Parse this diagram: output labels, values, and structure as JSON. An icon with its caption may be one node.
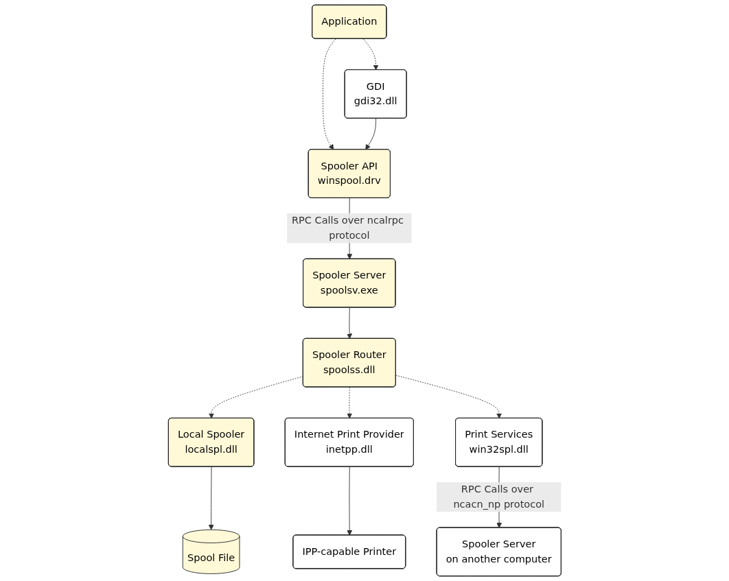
{
  "diagram": {
    "nodes": [
      {
        "text": [
          "Application"
        ]
      },
      {
        "text": [
          "GDI",
          "gdi32.dll"
        ]
      },
      {
        "text": [
          "Spooler API",
          "winspool.drv"
        ]
      },
      {
        "text": [
          "Spooler Server",
          "spoolsv.exe"
        ]
      },
      {
        "text": [
          "Spooler Server",
          "on another computer"
        ]
      },
      {
        "text": [
          "Spooler Router",
          "spoolss.dll"
        ]
      },
      {
        "text": [
          "Local Spooler",
          "localspl.dll"
        ]
      },
      {
        "text": [
          "Internet Print Provider",
          "inetpp.dll"
        ]
      },
      {
        "text": [
          "Print Services",
          "win32spl.dll"
        ]
      },
      {
        "text": [
          "Spool File"
        ]
      },
      {
        "text": [
          "IPP-capable Printer"
        ]
      }
    ],
    "edges": [
      {
        "from": 0,
        "to": 1,
        "arrow": "to",
        "style": "dashed"
      },
      {
        "from": 0,
        "to": 2,
        "arrow": "to",
        "style": "dashed"
      },
      {
        "from": 1,
        "to": 2,
        "arrow": "to"
      },
      {
        "from": 2,
        "to": 3,
        "arrow": "to",
        "label": "RPC Calls over ncalrpc protocol"
      },
      {
        "from": 3,
        "to": 5,
        "arrow": "to"
      },
      {
        "from": 5,
        "to": 6,
        "arrow": "to",
        "style": "dashed"
      },
      {
        "from": 5,
        "to": 7,
        "arrow": "to",
        "style": "dashed"
      },
      {
        "from": 5,
        "to": 8,
        "arrow": "to",
        "style": "dashed"
      },
      {
        "from": 6,
        "to": 9,
        "arrow": "to"
      },
      {
        "from": 7,
        "to": 10,
        "arrow": "to"
      },
      {
        "from": 8,
        "to": 4,
        "arrow": "to",
        "label": "RPC Calls over ncacn_np protocol"
      }
    ]
  }
}
